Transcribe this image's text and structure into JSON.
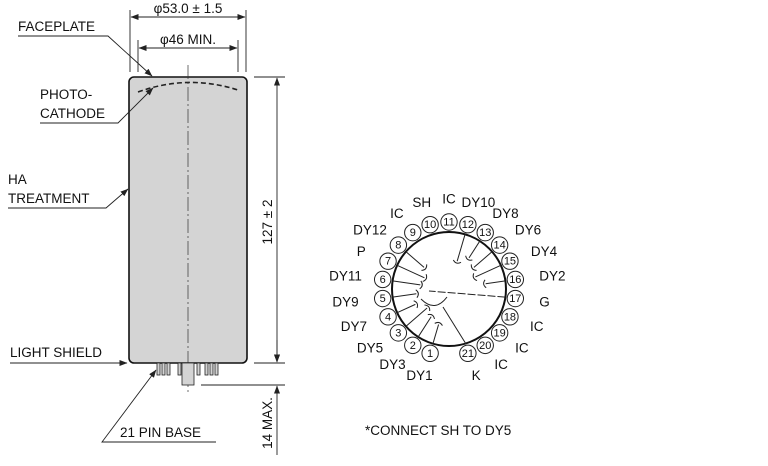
{
  "dimensions": {
    "outer_diameter": "φ53.0 ± 1.5",
    "photocathode_diameter": "φ46 MIN.",
    "length": "127 ± 2",
    "base_length": "14 MAX."
  },
  "callouts": {
    "faceplate": "FACEPLATE",
    "photocathode_line1": "PHOTO-",
    "photocathode_line2": "CATHODE",
    "ha_line1": "HA",
    "ha_line2": "TREATMENT",
    "light_shield": "LIGHT SHIELD",
    "pin_base": "21 PIN BASE"
  },
  "pins": [
    {
      "num": "1",
      "label": "DY1"
    },
    {
      "num": "2",
      "label": "DY3"
    },
    {
      "num": "3",
      "label": "DY5"
    },
    {
      "num": "4",
      "label": "DY7"
    },
    {
      "num": "5",
      "label": "DY9"
    },
    {
      "num": "6",
      "label": "DY11"
    },
    {
      "num": "7",
      "label": "P"
    },
    {
      "num": "8",
      "label": "DY12"
    },
    {
      "num": "9",
      "label": "IC"
    },
    {
      "num": "10",
      "label": "SH"
    },
    {
      "num": "11",
      "label": "IC"
    },
    {
      "num": "12",
      "label": "DY10"
    },
    {
      "num": "13",
      "label": "DY8"
    },
    {
      "num": "14",
      "label": "DY6"
    },
    {
      "num": "15",
      "label": "DY4"
    },
    {
      "num": "16",
      "label": "DY2"
    },
    {
      "num": "17",
      "label": "G"
    },
    {
      "num": "18",
      "label": "IC"
    },
    {
      "num": "19",
      "label": "IC"
    },
    {
      "num": "20",
      "label": "IC"
    },
    {
      "num": "21",
      "label": "K"
    }
  ],
  "note": "*CONNECT SH TO DY5",
  "colors": {
    "tube_fill": "#d4d4d4",
    "line": "#222222"
  }
}
